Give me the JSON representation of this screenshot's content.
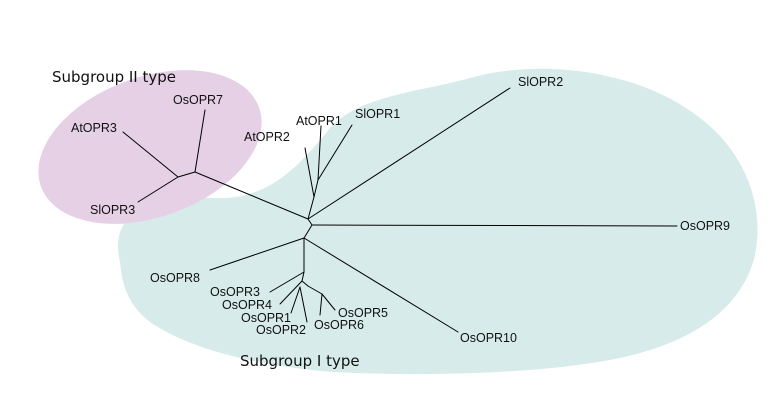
{
  "groups": {
    "subgroup_two": {
      "label": "Subgroup II type",
      "color": "#e6d0e6"
    },
    "subgroup_one": {
      "label": "Subgroup I type",
      "color": "#d7ecea"
    }
  },
  "leaves": {
    "osopr7": {
      "label": "OsOPR7",
      "color": "#e8231f"
    },
    "atopr3": {
      "label": "AtOPR3",
      "color": "#111111"
    },
    "slopr3": {
      "label": "SlOPR3",
      "color": "#111111"
    },
    "atopr2": {
      "label": "AtOPR2",
      "color": "#111111"
    },
    "atopr1": {
      "label": "AtOPR1",
      "color": "#111111"
    },
    "slopr1": {
      "label": "SlOPR1",
      "color": "#111111"
    },
    "slopr2": {
      "label": "SlOPR2",
      "color": "#111111"
    },
    "osopr9": {
      "label": "OsOPR9",
      "color": "#111111"
    },
    "osopr8": {
      "label": "OsOPR8",
      "color": "#111111"
    },
    "osopr3": {
      "label": "OsOPR3",
      "color": "#111111"
    },
    "osopr4": {
      "label": "OsOPR4",
      "color": "#111111"
    },
    "osopr1": {
      "label": "OsOPR1",
      "color": "#3a3f9a"
    },
    "osopr2": {
      "label": "OsOPR2",
      "color": "#111111"
    },
    "osopr6": {
      "label": "OsOPR6",
      "color": "#111111"
    },
    "osopr5": {
      "label": "OsOPR5",
      "color": "#111111"
    },
    "osopr10": {
      "label": "OsOPR10",
      "color": "#111111"
    }
  }
}
